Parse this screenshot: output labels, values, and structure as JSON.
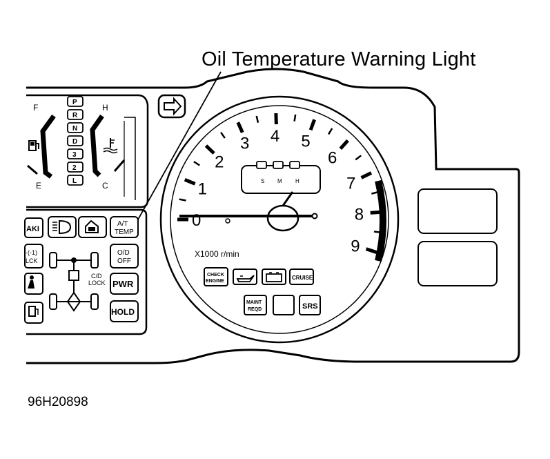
{
  "callout": {
    "text": "Oil Temperature Warning Light"
  },
  "figure_code": "96H20898",
  "fuel_gauge": {
    "full": "F",
    "empty": "E",
    "icon": "fuel-pump-icon"
  },
  "temp_gauge": {
    "hot": "H",
    "cold": "C",
    "icon": "coolant-temp-icon"
  },
  "gear_indicator": [
    "P",
    "R",
    "N",
    "D",
    "3",
    "2",
    "L"
  ],
  "left_panel": {
    "abs": "AKI",
    "at_temp": [
      "A/T",
      "TEMP"
    ],
    "od_off": [
      "O/D",
      "OFF"
    ],
    "cd_lock": [
      "C/D",
      "LOCK"
    ],
    "pwr": "PWR",
    "hold": "HOLD",
    "partial_left": "·(-1)",
    "partial_left2": "LCK",
    "icons": [
      "headlight-high-beam-icon",
      "door-ajar-icon",
      "4wd-drivetrain-icon",
      "seatbelt-icon",
      "fuel-pump-small-icon"
    ]
  },
  "tachometer": {
    "numbers": [
      "0",
      "1",
      "2",
      "3",
      "4",
      "5",
      "6",
      "7",
      "8",
      "9"
    ],
    "unit": "X1000 r/min",
    "shift_letters": [
      "S",
      "M",
      "H"
    ],
    "warning_lights": {
      "check_engine": [
        "CHECK",
        "ENGINE"
      ],
      "oil": "oil-pressure-icon",
      "battery": "battery-icon",
      "cruise": "CRUISE",
      "maint": [
        "MAINT",
        "REQD"
      ],
      "srs": "SRS"
    }
  },
  "turn_signal": {
    "icon": "turn-arrow-icon"
  }
}
